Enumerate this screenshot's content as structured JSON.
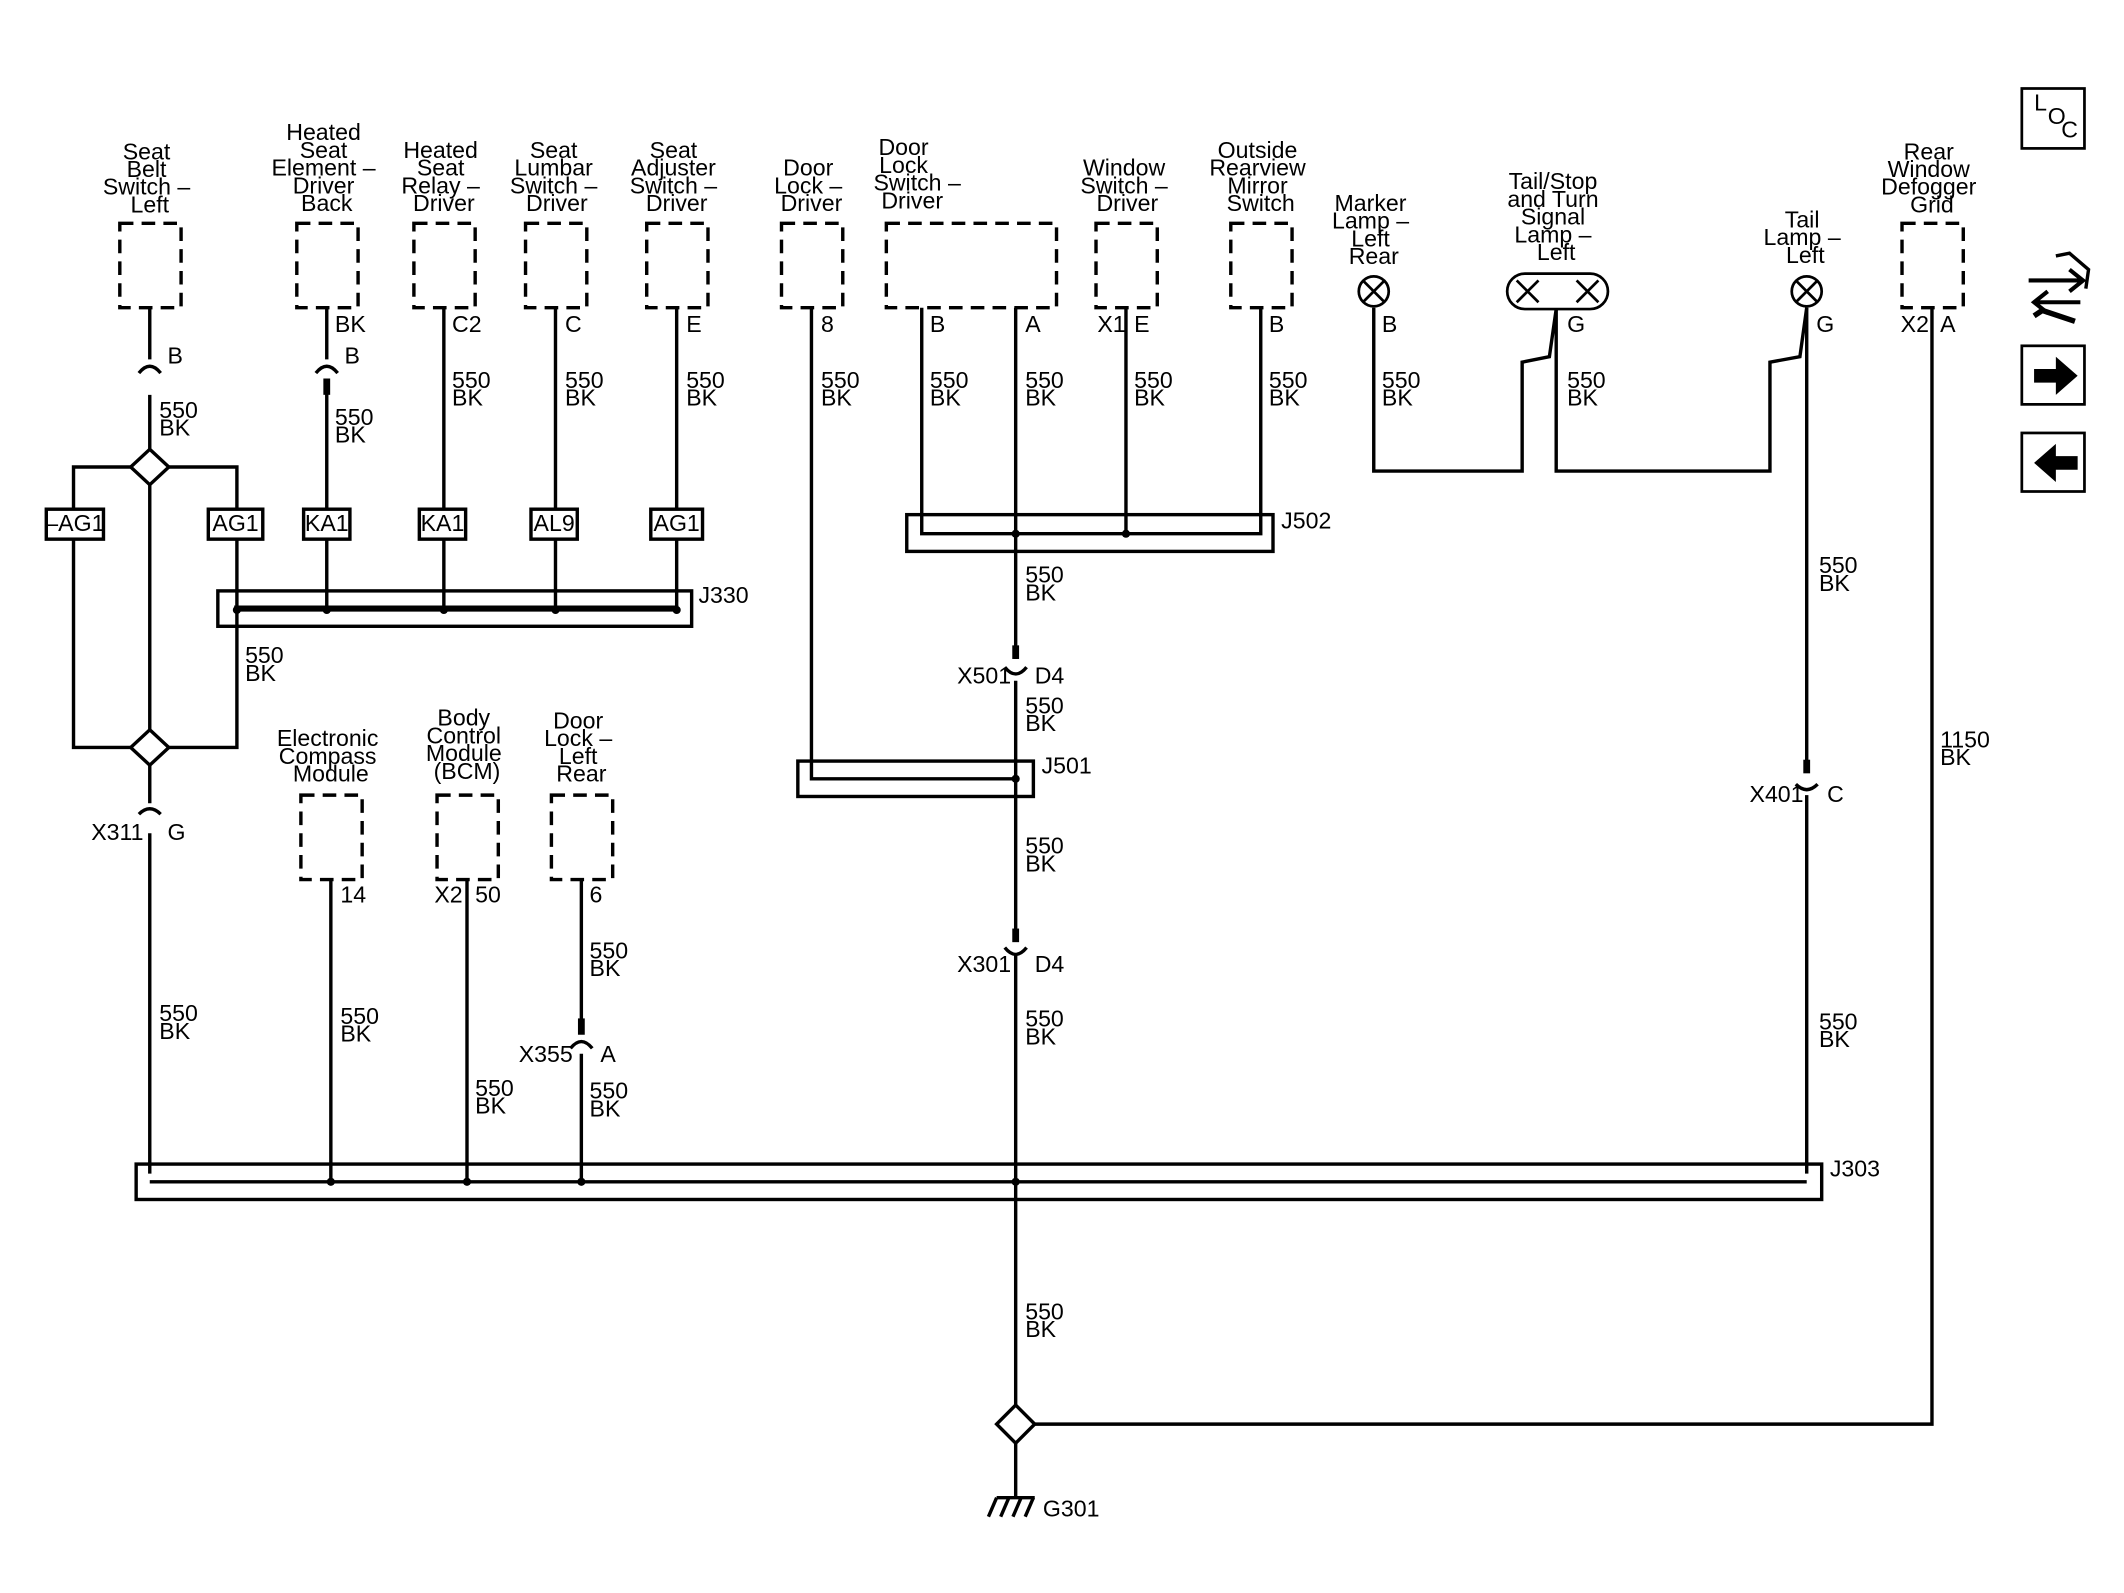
{
  "components": {
    "seat_belt_switch_left": [
      "Seat",
      "Belt",
      "Switch –",
      "Left"
    ],
    "heated_seat_element": [
      "Heated",
      "Seat",
      "Element –",
      "Driver",
      "Back"
    ],
    "heated_seat_relay": [
      "Heated",
      "Seat",
      "Relay –",
      "Driver"
    ],
    "seat_lumbar_switch": [
      "Seat",
      "Lumbar",
      "Switch –",
      "Driver"
    ],
    "seat_adjuster_switch": [
      "Seat",
      "Adjuster",
      "Switch –",
      "Driver"
    ],
    "door_lock_driver": [
      "Door",
      "Lock –",
      "Driver"
    ],
    "door_lock_switch_driver": [
      "Door",
      "Lock",
      "Switch –",
      "Driver"
    ],
    "window_switch_driver": [
      "Window",
      "Switch –",
      "Driver"
    ],
    "outside_mirror_switch": [
      "Outside",
      "Rearview",
      "Mirror",
      "Switch"
    ],
    "marker_lamp_left_rear": [
      "Marker",
      "Lamp –",
      "Left",
      "Rear"
    ],
    "tail_stop_turn_lamp_left": [
      "Tail/Stop",
      "and Turn",
      "Signal",
      "Lamp –",
      "Left"
    ],
    "tail_lamp_left": [
      "Tail",
      "Lamp –",
      "Left"
    ],
    "rear_window_defogger_grid": [
      "Rear",
      "Window",
      "Defogger",
      "Grid"
    ],
    "electronic_compass_module": [
      "Electronic",
      "Compass",
      "Module"
    ],
    "body_control_module": [
      "Body",
      "Control",
      "Module",
      "(BCM)"
    ],
    "door_lock_left_rear": [
      "Door",
      "Lock –",
      "Left",
      "Rear"
    ]
  },
  "pins": {
    "seat_belt_b": "B",
    "heated_element_bk": "BK",
    "heated_element_b": "B",
    "relay_c2": "C2",
    "lumbar_c": "C",
    "adjuster_e": "E",
    "door_lock_8": "8",
    "door_lock_switch_b": "B",
    "door_lock_switch_a": "A",
    "window_x1": "X1",
    "window_e": "E",
    "mirror_b": "B",
    "marker_b": "B",
    "tail_stop_g": "G",
    "tail_g": "G",
    "defog_x2": "X2",
    "defog_a": "A",
    "compass_14": "14",
    "bcm_x2": "X2",
    "bcm_50": "50",
    "door_rear_6": "6",
    "x501_d4": "D4",
    "x301_d4": "D4",
    "x311_g": "G",
    "x401_c": "C",
    "x355_a": "A"
  },
  "wire": {
    "circuit": "550",
    "color": "BK",
    "defog_circuit": "1150"
  },
  "connectors": {
    "ag1_left": "–AG1",
    "ag1_right": "AG1",
    "ka1_a": "KA1",
    "ka1_b": "KA1",
    "al9": "AL9",
    "ag1_c": "AG1",
    "x311": "X311",
    "x501": "X501",
    "x301": "X301",
    "x401": "X401",
    "x355": "X355"
  },
  "splices": {
    "j330": "J330",
    "j502": "J502",
    "j501": "J501",
    "j303": "J303"
  },
  "ground": "G301",
  "loc_button": {
    "l": "L",
    "o": "O",
    "c": "C"
  },
  "colors": {
    "line": "#000000",
    "background": "#ffffff"
  }
}
